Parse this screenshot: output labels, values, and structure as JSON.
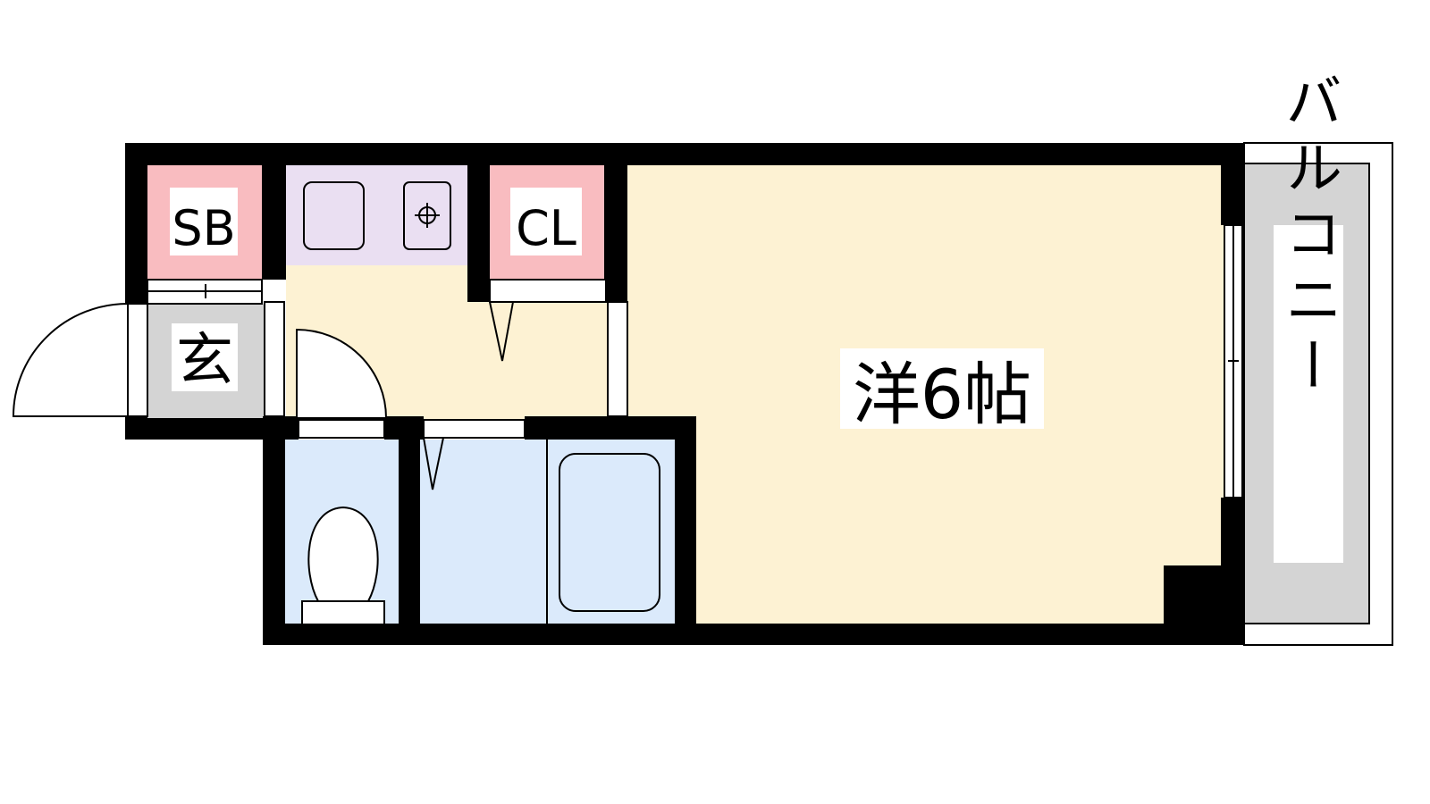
{
  "rooms": {
    "shoe_box": "SB",
    "closet": "CL",
    "entrance": "玄",
    "western_room": "洋6帖",
    "balcony": "バルコニー"
  },
  "colors": {
    "wall": "#000000",
    "western_room": "#fdf2d3",
    "kitchen": "#eadff2",
    "storage": "#f9bcc0",
    "entrance": "#d4d4d4",
    "balcony": "#d4d4d4",
    "wet_area": "#dbeafb",
    "label_bg": "#ffffff"
  }
}
